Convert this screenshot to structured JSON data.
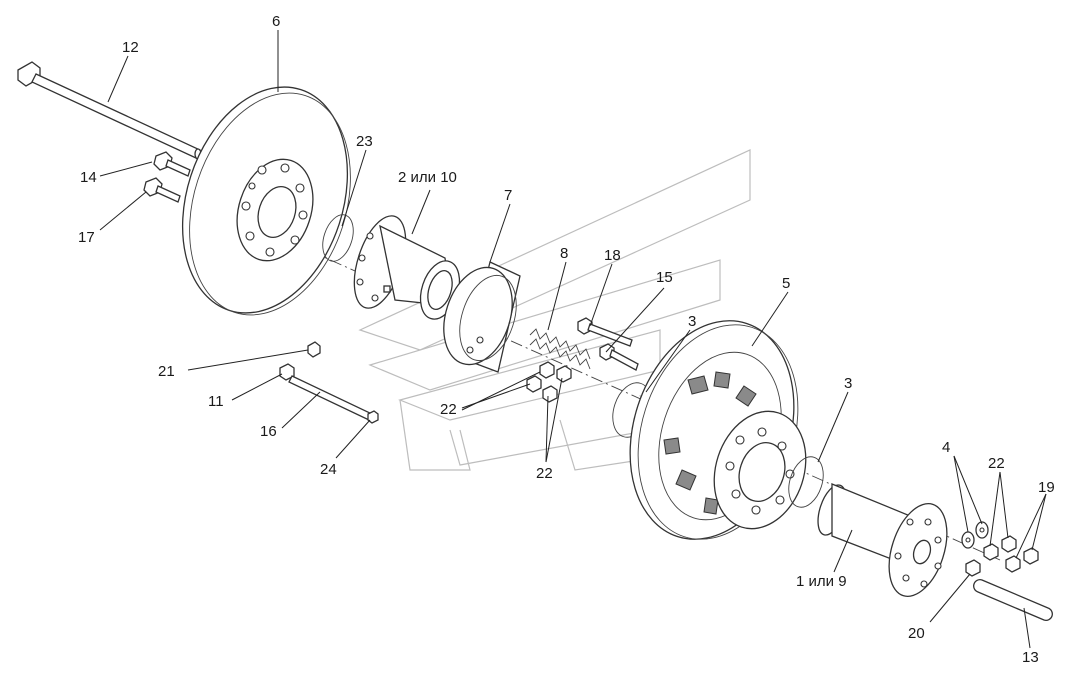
{
  "callouts": {
    "c12": "12",
    "c6": "6",
    "c23": "23",
    "c2_10": "2 или 10",
    "c7": "7",
    "c8": "8",
    "c18": "18",
    "c15": "15",
    "c3a": "3",
    "c5": "5",
    "c3b": "3",
    "c14": "14",
    "c17": "17",
    "c21": "21",
    "c11": "11",
    "c16": "16",
    "c24": "24",
    "c22a": "22",
    "c22b": "22",
    "c4": "4",
    "c22c": "22",
    "c19": "19",
    "c1_9": "1 или 9",
    "c20": "20",
    "c13": "13"
  }
}
